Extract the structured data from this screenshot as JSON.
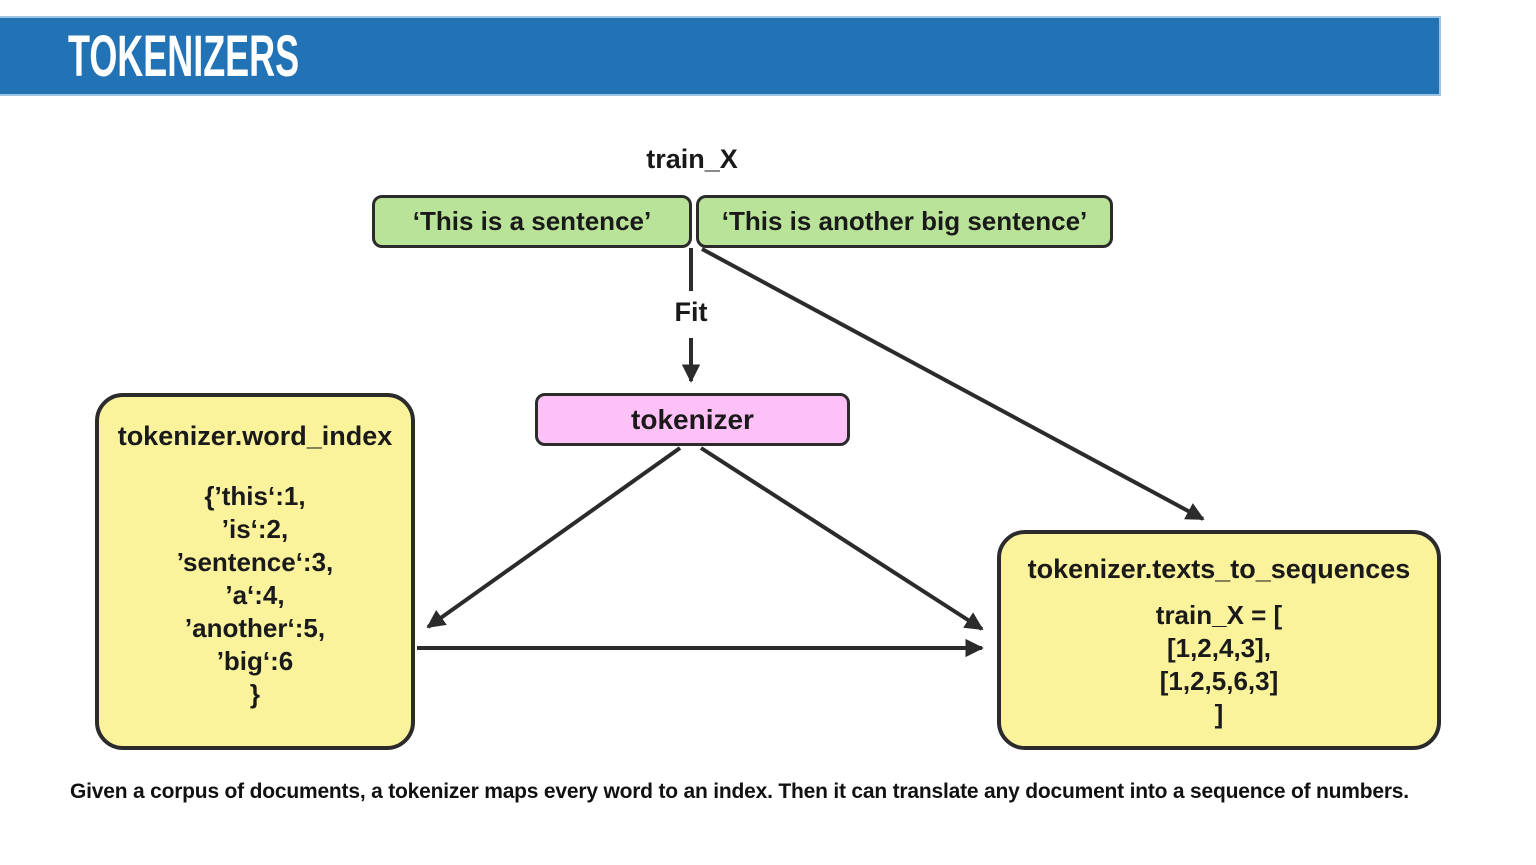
{
  "header": {
    "title": "TOKENIZERS"
  },
  "colors": {
    "header_bg": "#2273b6",
    "sentence_box_bg": "#b9e398",
    "tokenizer_box_bg": "#fdc1f7",
    "result_box_bg": "#fbf29c",
    "arrow_stroke": "#2b2b2b"
  },
  "diagram": {
    "train_x_label": "train_X",
    "sentence1": "‘This is a sentence’",
    "sentence2": "‘This is another big sentence’",
    "fit_label": "Fit",
    "tokenizer_label": "tokenizer",
    "word_index": {
      "title": "tokenizer.word_index",
      "lines": [
        "{’this‘:1,",
        "’is‘:2,",
        "’sentence‘:3,",
        "’a‘:4,",
        "’another‘:5,",
        "’big‘:6",
        "}"
      ]
    },
    "texts_to_sequences": {
      "title": "tokenizer.texts_to_sequences",
      "lines": [
        "train_X = [",
        "[1,2,4,3],",
        "[1,2,5,6,3]",
        "]"
      ]
    }
  },
  "caption": "Given a corpus of documents, a tokenizer maps every word to an index. Then it can translate any document into a sequence of numbers."
}
